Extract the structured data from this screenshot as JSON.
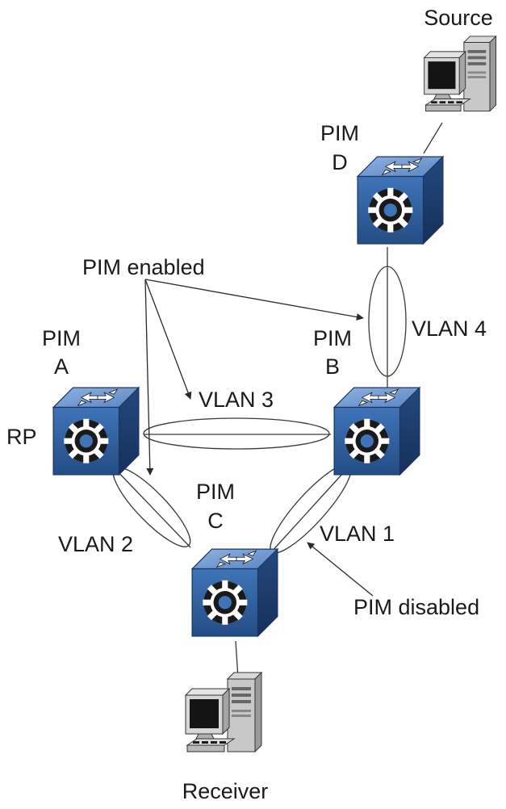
{
  "routers": {
    "a": {
      "title": "PIM",
      "letter": "A",
      "role": "RP"
    },
    "b": {
      "title": "PIM",
      "letter": "B"
    },
    "c": {
      "title": "PIM",
      "letter": "C"
    },
    "d": {
      "title": "PIM",
      "letter": "D"
    }
  },
  "vlans": {
    "v1": "VLAN 1",
    "v2": "VLAN 2",
    "v3": "VLAN 3",
    "v4": "VLAN 4"
  },
  "callouts": {
    "enabled": "PIM enabled",
    "disabled": "PIM disabled"
  },
  "hosts": {
    "source": "Source",
    "receiver": "Receiver"
  },
  "colors": {
    "router_front": "#2f5f9e",
    "router_top": "#6f97cf",
    "router_side": "#1c3d6e",
    "line": "#3a3a3a"
  }
}
